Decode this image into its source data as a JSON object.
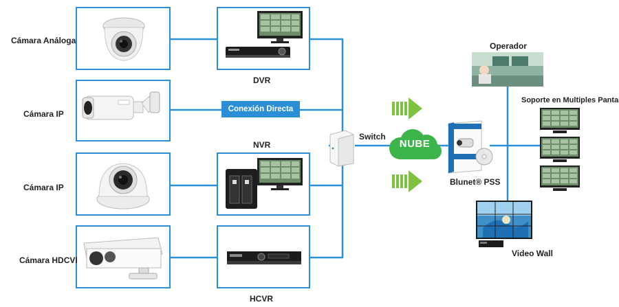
{
  "devices": {
    "analog_camera_label": "Cámara Análoga",
    "ip_camera_1_label": "Cámara IP",
    "ip_camera_2_label": "Cámara IP",
    "hdcvi_camera_label": "Cámara HDCVI",
    "dvr_label": "DVR",
    "nvr_label": "NVR",
    "hcvr_label": "HCVR",
    "direct_connection_label": "Conexión Directa",
    "switch_label": "Switch",
    "cloud_label": "NUBE",
    "pss_label": "Blunet® PSS",
    "operator_label": "Operador",
    "multi_screen_label": "Soporte en Multiples Pantallas",
    "video_wall_label": "Video Wall"
  },
  "colors": {
    "wire": "#2a8fd6",
    "cloud": "#3cb44a",
    "arrow": "#7ec242"
  },
  "icons": {
    "analog_camera": "dome-camera-icon",
    "ip_camera_bullet": "bullet-camera-icon",
    "ip_camera_dome": "dome-camera-icon",
    "hdcvi_camera": "box-camera-icon",
    "recorder": "dvr-icon",
    "nas": "nvr-icon",
    "switch": "switch-icon",
    "cloud": "cloud-icon",
    "software": "software-box-icon",
    "operator": "operator-photo-icon",
    "monitor": "monitor-icon",
    "video_wall": "video-wall-icon"
  }
}
